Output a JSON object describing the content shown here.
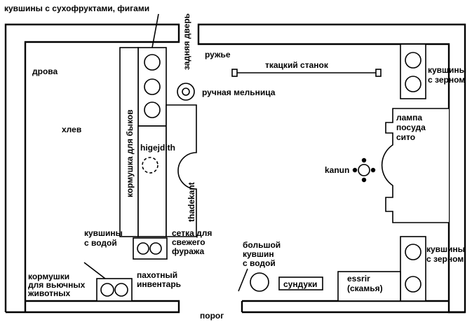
{
  "labels": {
    "dried_fruit_jars": "кувшины с сухофруктами, фигами",
    "back_door": "задняя дверь",
    "firearms": "ружье",
    "firewood": "дрова",
    "loom": "ткацкий станок",
    "grain_jars_top": "кувшины\nс зерном",
    "hand_mill": "ручная мельница",
    "ox_trough": "кормушка для быков",
    "stable": "хлев",
    "lamp_dishes_sieve": "лампа\nпосуда\nсито",
    "higejdith": "higejdith",
    "kanun": "kanun",
    "thadekant": "thadekant",
    "water_jars": "кувшины\nс водой",
    "fodder_net": "сетка для\nсвежего\nфуража",
    "big_water_jar": "большой\nкувшин\nс водой",
    "grain_jars_bottom": "кувшины\nс зерном",
    "pack_animal_troughs": "кормушки\nдля вьючных\nживотных",
    "plow_tools": "пахотный\nинвентарь",
    "chests": "сундуки",
    "essrir_bench": "essrir\n(скамья)",
    "threshold": "порог"
  }
}
